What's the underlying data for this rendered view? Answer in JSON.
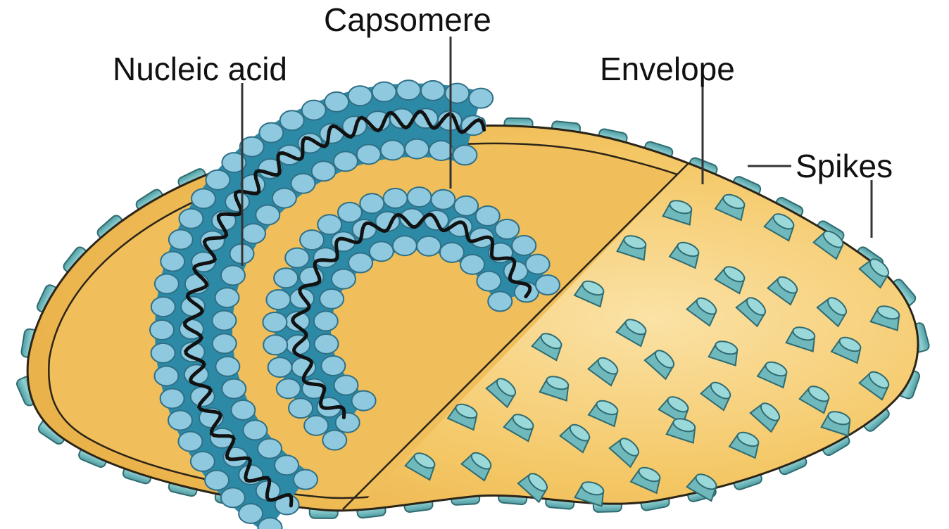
{
  "labels": {
    "capsomere": "Capsomere",
    "nucleic_acid": "Nucleic acid",
    "envelope": "Envelope",
    "spikes": "Spikes"
  },
  "colors": {
    "envelope_fill": "#f2c25e",
    "envelope_light": "#f9dc9a",
    "envelope_rim": "#f6d37f",
    "outline": "#2b2418",
    "capsid_core": "#2d8aa6",
    "capsomere_fill": "#8ec9df",
    "capsomere_stroke": "#2f6f86",
    "nucleic_acid": "#111111",
    "spike_fill": "#6fb9bd",
    "spike_stroke": "#2f6b70",
    "leader": "#333333"
  },
  "icons": {
    "spike": "spike-icon",
    "capsomere": "capsomere-icon"
  }
}
